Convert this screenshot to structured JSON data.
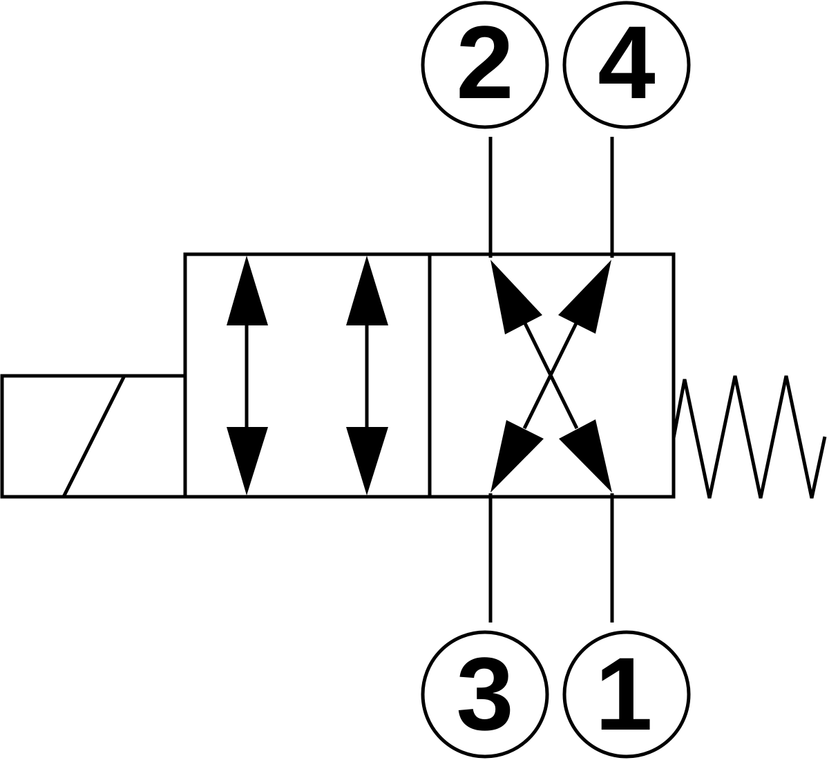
{
  "diagram": {
    "colors": {
      "line": "#000000",
      "background": "#ffffff"
    },
    "ports": [
      {
        "id": "port-2",
        "label": "2"
      },
      {
        "id": "port-4",
        "label": "4"
      },
      {
        "id": "port-3",
        "label": "3"
      },
      {
        "id": "port-1",
        "label": "1"
      }
    ]
  }
}
